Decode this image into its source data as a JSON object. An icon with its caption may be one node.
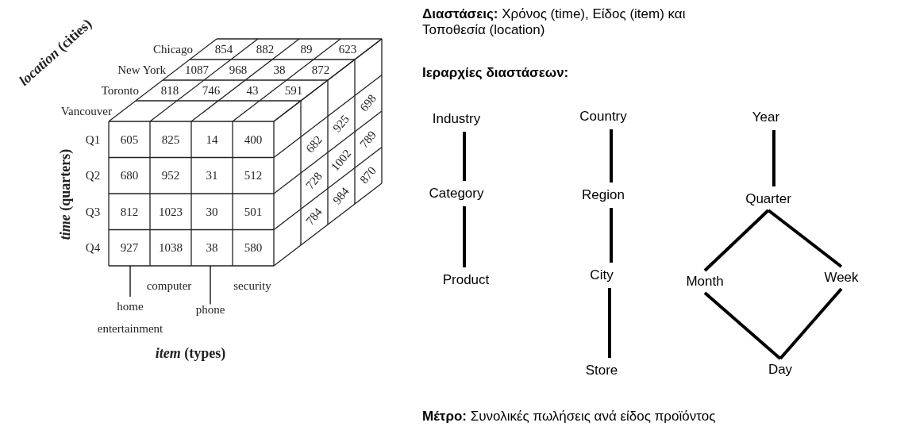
{
  "diagram": {
    "nodes": [
      {
        "text": [
          "Industry"
        ]
      },
      {
        "text": [
          "Category"
        ]
      },
      {
        "text": [
          "Product"
        ]
      },
      {
        "text": [
          "Country"
        ]
      },
      {
        "text": [
          "Region"
        ]
      },
      {
        "text": [
          "City"
        ]
      },
      {
        "text": [
          "Store"
        ]
      },
      {
        "text": [
          "Year"
        ]
      },
      {
        "text": [
          "Quarter"
        ]
      },
      {
        "text": [
          "Month"
        ]
      },
      {
        "text": [
          "Week"
        ]
      },
      {
        "text": [
          "Day"
        ]
      },
      {
        "text": [
          "home entertainment"
        ]
      },
      {
        "text": [
          "phone"
        ]
      }
    ],
    "edges": [
      {
        "from": 0,
        "to": 1,
        "arrow": "none"
      },
      {
        "from": 1,
        "to": 2,
        "arrow": "none"
      },
      {
        "from": 3,
        "to": 4,
        "arrow": "none"
      },
      {
        "from": 4,
        "to": 5,
        "arrow": "none"
      },
      {
        "from": 5,
        "to": 6,
        "arrow": "none"
      },
      {
        "from": 7,
        "to": 8,
        "arrow": "none"
      },
      {
        "from": 8,
        "to": 9,
        "arrow": "none"
      },
      {
        "from": 8,
        "to": 10,
        "arrow": "none"
      },
      {
        "from": 9,
        "to": 11,
        "arrow": "none"
      },
      {
        "from": 10,
        "to": 11,
        "arrow": "none"
      },
      {
        "from": 12,
        "to": null,
        "arrow": "none"
      },
      {
        "from": 13,
        "to": null,
        "arrow": "none"
      }
    ],
    "labels": [
      "**Διαστάσεις:** Χρόνος (time), Είδος (item) και Τοποθεσία (location)",
      "Ιεραρχίες διαστάσεων:",
      "**Μέτρο:** Συνολικές πωλήσεις ανά είδος προϊόντος",
      "*location* (cities)",
      "Chicago",
      "854",
      "882",
      "89",
      "623",
      "New York",
      "1087",
      "968",
      "38",
      "872",
      "Toronto",
      "818",
      "746",
      "43",
      "591",
      "Vancouver",
      "*time* (quarters)",
      "Q1",
      "605",
      "825",
      "14",
      "400",
      "Q2",
      "680",
      "952",
      "31",
      "512",
      "Q3",
      "812",
      "1023",
      "30",
      "501",
      "Q4",
      "927",
      "1038",
      "38",
      "580",
      "682",
      "728",
      "784",
      "925",
      "1002",
      "984",
      "698",
      "789",
      "870",
      "computer",
      "security",
      "*item* (types)"
    ]
  }
}
